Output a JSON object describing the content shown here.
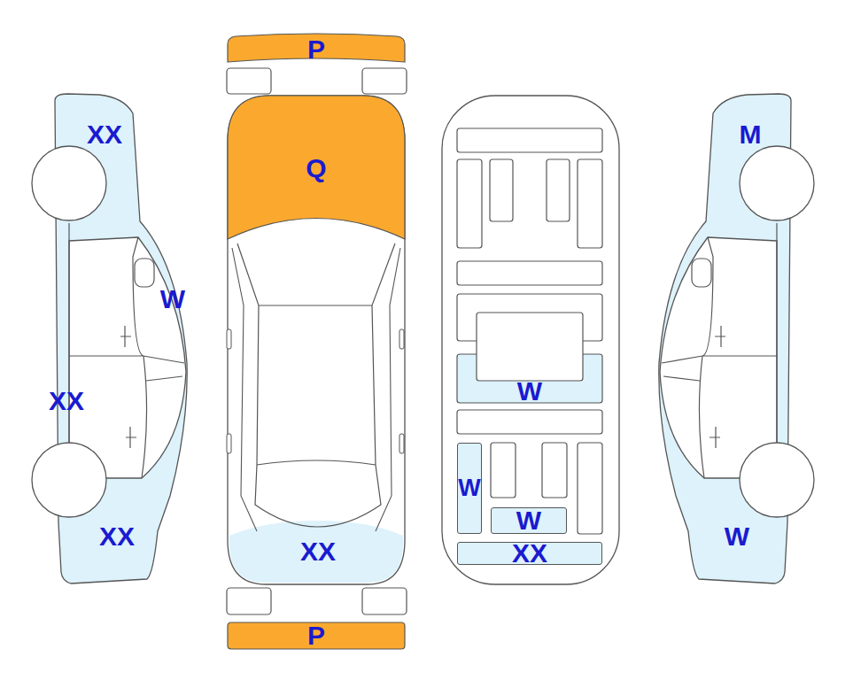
{
  "diagram": {
    "nodes": [
      {
        "text": [
          "P"
        ]
      },
      {
        "text": [
          "Q"
        ]
      },
      {
        "text": [
          "W"
        ]
      },
      {
        "text": [
          "W"
        ]
      },
      {
        "text": [
          "W"
        ]
      },
      {
        "text": [
          "XX"
        ]
      },
      {
        "text": [
          "P"
        ]
      }
    ],
    "labels": [
      "XX",
      "W",
      "XX",
      "XX",
      "XX",
      "M",
      "W"
    ]
  }
}
